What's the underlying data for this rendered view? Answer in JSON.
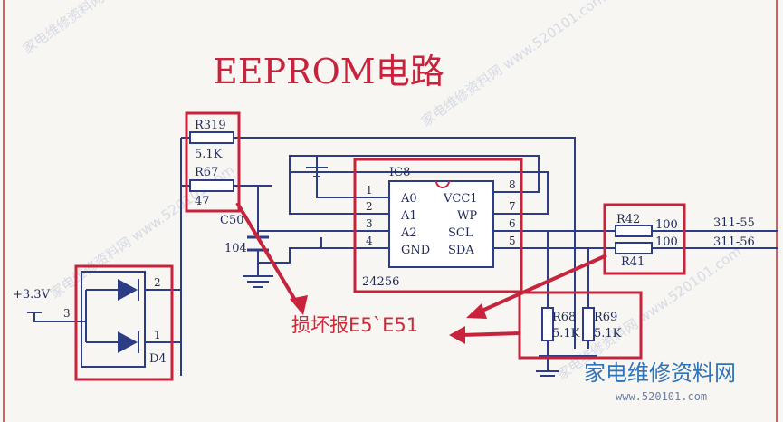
{
  "title": "EEPROM电路",
  "ic": {
    "ref": "IC8",
    "part": "24256",
    "pins_left": [
      {
        "num": "1",
        "name": "A0"
      },
      {
        "num": "2",
        "name": "A1"
      },
      {
        "num": "3",
        "name": "A2"
      },
      {
        "num": "4",
        "name": "GND"
      }
    ],
    "pins_right": [
      {
        "num": "8",
        "name": "VCC1"
      },
      {
        "num": "7",
        "name": "WP"
      },
      {
        "num": "6",
        "name": "SCL"
      },
      {
        "num": "5",
        "name": "SDA"
      }
    ]
  },
  "resistors": {
    "r319": {
      "ref": "R319",
      "value": "5.1K"
    },
    "r67": {
      "ref": "R67",
      "value": "47"
    },
    "r42": {
      "ref": "R42",
      "value": "100"
    },
    "r41": {
      "ref": "R41",
      "value": "100"
    },
    "r68": {
      "ref": "R68",
      "value": "5.1K"
    },
    "r69": {
      "ref": "R69",
      "value": "5.1K"
    }
  },
  "capacitor": {
    "ref": "C50",
    "value": "104"
  },
  "diode": {
    "ref": "D4",
    "pin1": "1",
    "pin2": "2",
    "pin3": "3"
  },
  "supply": "+3.3V",
  "connectors": {
    "scl": "311-55",
    "sda": "311-56"
  },
  "note": "损坏报E5`E51",
  "brand": {
    "name": "家电维修资料网",
    "url": "www.520101.com"
  },
  "watermark": "家电维修资料网 www.520101.com",
  "colors": {
    "wire": "#2c3d86",
    "highlight": "#c8233c",
    "brand": "#2f74b8"
  }
}
